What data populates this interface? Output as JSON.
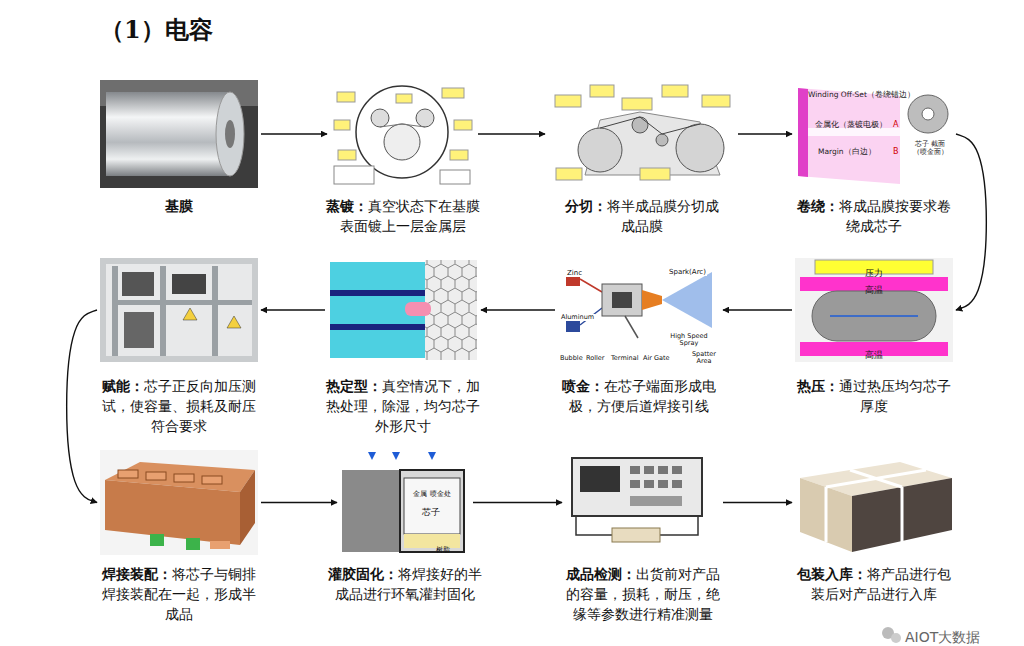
{
  "diagram": {
    "title": "（1）电容",
    "nodes": [
      {
        "text": [
          "基膜"
        ]
      },
      {
        "text": [
          "蒸镀：",
          "真空状态下在基膜表面镀上一层金属层"
        ]
      },
      {
        "text": [
          "分切：",
          "将半成品膜分切成成品膜"
        ]
      },
      {
        "text": [
          "卷绕：",
          "将成品膜按要求卷绕成芯子"
        ]
      },
      {
        "text": [
          "热压：",
          "通过热压均匀芯子厚度"
        ]
      },
      {
        "text": [
          "喷金：",
          "在芯子端面形成电极，方便后道焊接引线"
        ]
      },
      {
        "text": [
          "热定型：",
          "真空情况下，加热处理，除湿，均匀芯子外形尺寸"
        ]
      },
      {
        "text": [
          "赋能：",
          "芯子正反向加压测试，使容量、损耗及耐压符合要求"
        ]
      },
      {
        "text": [
          "焊接装配：",
          "将芯子与铜排焊接装配在一起，形成半成品"
        ]
      },
      {
        "text": [
          "灌胶固化：",
          "将焊接好的半成品进行环氧灌封固化"
        ]
      },
      {
        "text": [
          "成品检测：",
          "出货前对产品的容量，损耗，耐压，绝缘等参数进行精准测量"
        ]
      },
      {
        "text": [
          "包装入库：",
          "将产品进行包装后对产品进行入库"
        ]
      }
    ],
    "edges": [
      {
        "from": 0,
        "to": 1,
        "arrow": "to"
      },
      {
        "from": 1,
        "to": 2,
        "arrow": "to"
      },
      {
        "from": 2,
        "to": 3,
        "arrow": "to"
      },
      {
        "from": 3,
        "to": 4,
        "arrow": "to"
      },
      {
        "from": 4,
        "to": 5,
        "arrow": "to"
      },
      {
        "from": 5,
        "to": 6,
        "arrow": "to"
      },
      {
        "from": 6,
        "to": 7,
        "arrow": "to"
      },
      {
        "from": 7,
        "to": 8,
        "arrow": "to"
      },
      {
        "from": 8,
        "to": 9,
        "arrow": "to"
      },
      {
        "from": 9,
        "to": 10,
        "arrow": "to"
      },
      {
        "from": 10,
        "to": 11,
        "arrow": "to"
      }
    ],
    "labels": [
      "Winding Off-Set（卷绕错边）",
      "金属化（蒸镀电极）",
      "A",
      "Margin（白边）",
      "B",
      "芯子 截面（喷金面）",
      "压力",
      "高温",
      "高温",
      "Zinc",
      "Spark(Arc)",
      "Aluminum",
      "Bubble",
      "Roller",
      "Terminal",
      "Air Gate",
      "High Speed Spray",
      "Spatter Area",
      "金属 喷金处",
      "芯子",
      "树脂",
      "AIOT大数据"
    ]
  }
}
